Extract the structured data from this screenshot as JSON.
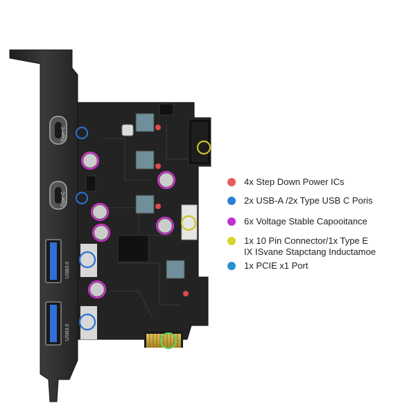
{
  "legend": {
    "items": [
      {
        "text": "4x Step Down Power ICs",
        "color": "#e55a5a"
      },
      {
        "text": "2x USB-A /2x Type USB C Poris",
        "color": "#2a7fd4"
      },
      {
        "text": "6x Voltage Stable Capooitance",
        "color": "#c02fd0"
      },
      {
        "text": "1x 10 Pin Connector/1x Type E",
        "text2": "IX ISvane Stapctang Inductamoe",
        "color": "#d4d42a"
      },
      {
        "text": "1x PCIE x1 Port",
        "color": "#2a8fd4"
      }
    ]
  },
  "ports": {
    "typec_label": "Type-C",
    "usb3_label": "USB3.0"
  },
  "colors": {
    "bracket": "#2f2f2f",
    "pcb": "#262626",
    "gold": "#c9a640",
    "highlight_blue": "#2a6fd0",
    "highlight_magenta": "#d22fd0",
    "highlight_yellow": "#c8c42a",
    "highlight_green": "#5fd45f"
  }
}
